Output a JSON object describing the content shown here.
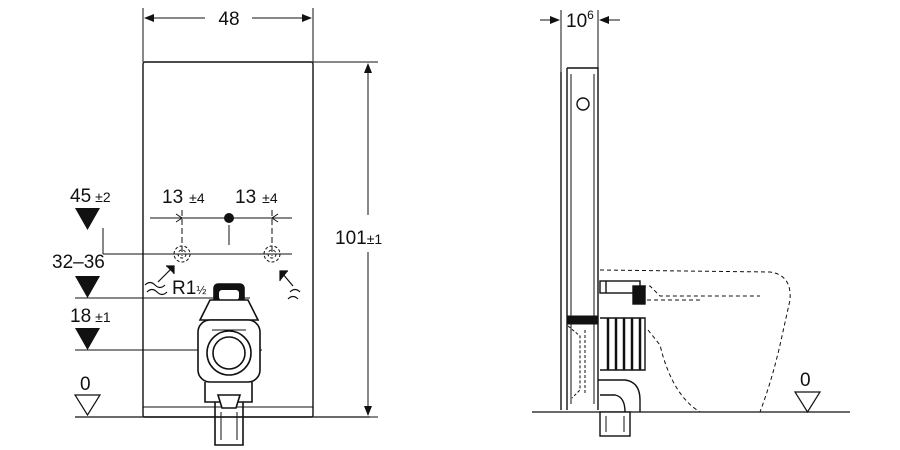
{
  "front_view": {
    "width_label": "48",
    "height_value": "101",
    "height_tol": "±1",
    "inlet_spacing_left": "13",
    "inlet_spacing_left_tol": "±4",
    "inlet_spacing_right": "13",
    "inlet_spacing_right_tol": "±4",
    "level_supply": "45",
    "level_supply_tol": "±2",
    "level_range": "32–36",
    "level_drain": "18",
    "level_drain_tol": "±1",
    "thread_label": "R",
    "thread_fraction": "½",
    "thread_whole": "1",
    "floor_label": "0"
  },
  "side_view": {
    "depth_main": "10",
    "depth_sup": "6",
    "floor_label": "0"
  },
  "colors": {
    "line": "#111111",
    "background": "#ffffff"
  }
}
